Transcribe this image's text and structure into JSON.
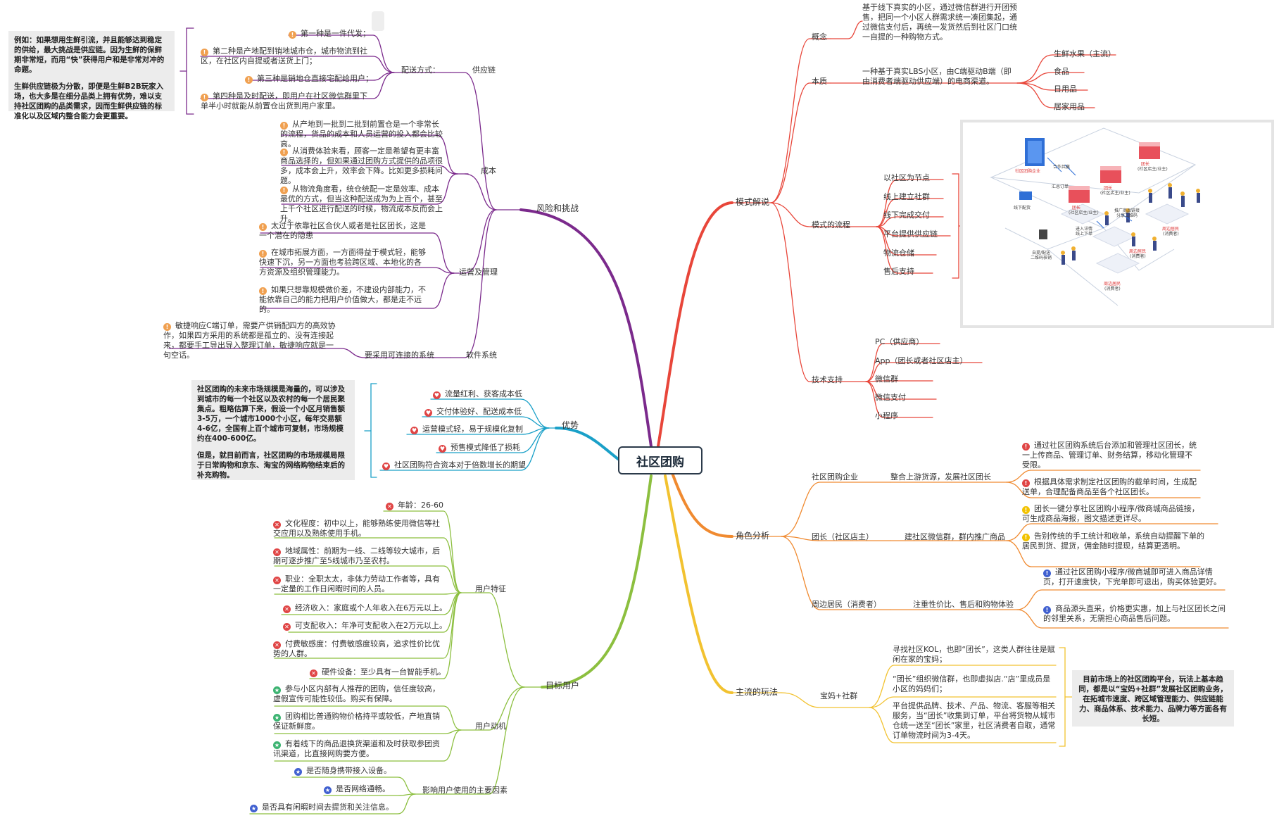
{
  "root": "社区团购",
  "colors": {
    "模式解说": "#e8463a",
    "角色分析": "#f08a30",
    "主流的玩法": "#f2c230",
    "目标用户": "#8cbf3f",
    "优势": "#1aa0c8",
    "风险和挑战": "#7b2a8c"
  },
  "mode": {
    "label": "模式解说",
    "concept_label": "概念",
    "concept_text": "基于线下真实的小区，通过微信群进行开团预售，把同一个小区人群需求统一凑团集起，通过微信支付后，再统一发货然后到社区门口统一自提的一种购物方式。",
    "essence_label": "本质",
    "essence_text": "一种基于真实LBS小区，由C端驱动B端（即由消费者端驱动供应端）的电商渠道。",
    "essence_items": [
      "生鲜水果（主流）",
      "食品",
      "日用品",
      "居家用品"
    ],
    "flow_label": "模式的流程",
    "flow_items": [
      "以社区为节点",
      "线上建立社群",
      "线下完成交付",
      "平台提供供应链",
      "物流仓储",
      "售后支持"
    ],
    "tech_label": "技术支持",
    "tech_items": [
      "PC（供应商）",
      "App（团长或者社区店主）",
      "微信群",
      "微信支付",
      "小程序"
    ],
    "illus_labels": [
      "社区团购企业",
      "合作共赢",
      "汇总订单",
      "团长",
      "(社区店主/业主)",
      "推广商品链接",
      "分享二维码",
      "进入详情",
      "线上下单",
      "自提/配送",
      "二维码核销",
      "周边居民",
      "(消费者)",
      "线下配货"
    ]
  },
  "roles": {
    "label": "角色分析",
    "r1_label": "社区团购企业",
    "r1_sub": "整合上游货源，发展社区团长",
    "r1_items": [
      "通过社区团购系统后台添加和管理社区团长，统一上传商品、管理订单、财务结算，移动化管理不受限。",
      "根据具体需求制定社区团购的截单时间，生成配送单，合理配备商品至各个社区团长。"
    ],
    "r2_label": "团长（社区店主）",
    "r2_sub": "建社区微信群，群内推广商品",
    "r2_items": [
      "团长一键分享社区团购小程序/微商城商品链接，可生成商品海报，图文描述更详尽。",
      "告别传统的手工统计和收单，系统自动提醒下单的居民到货、提货，佣金随时提现，结算更透明。"
    ],
    "r3_label": "周边居民（消费者）",
    "r3_sub": "注重性价比、售后和购物体验",
    "r3_items": [
      "通过社区团购小程序/微商城即可进入商品详情页，打开速度快，下完单即可退出，购买体验更好。",
      "商品源头直采，价格更实惠，加上与社区团长之间的邻里关系，无需担心商品售后问题。"
    ]
  },
  "play": {
    "label": "主流的玩法",
    "sub": "宝妈+社群",
    "items": [
      "寻找社区KOL，也即“团长”，这类人群往往是赋闲在家的宝妈；",
      "“团长”组织微信群，也即虚拟店.“店”里成员是小区的妈妈们；",
      "平台提供品牌、技术、产品、物流、客服等相关服务，当“团长”收集到订单，平台将货物从城市仓统一送至“团长”家里，社区消费者自取，通常订单物流时间为3-4天。"
    ],
    "note": "目前市场上的社区团购平台，玩法上基本趋同，都是以“宝妈+社群”发展社区团购业务，在拓城市速度、跨区域管理能力、供应链能力、商品体系、技术能力、品牌力等方面各有长短。"
  },
  "target": {
    "label": "目标用户",
    "feat_label": "用户特征",
    "feat_items": [
      "年龄：26-60",
      "文化程度：初中以上，能够熟练使用微信等社交应用以及熟练使用手机。",
      "地域属性：前期为一线、二线等较大城市，后期可逐步推广至5线城市乃至农村。",
      "职业：全职太太，非体力劳动工作者等，具有一定量的工作日闲暇时间的人员。",
      "经济收入：家庭或个人年收入在6万元以上。",
      "可支配收入：年净可支配收入在2万元以上。",
      "付费敏感度：付费敏感度较高，追求性价比优势的人群。",
      "硬件设备：至少具有一台智能手机。"
    ],
    "motive_label": "用户动机",
    "motive_items": [
      "参与小区内部有人推荐的团购，信任度较高，虚假宣传可能性较低。购买有保障。",
      "团购相比普通购物价格持平或较低，产地直销保证新鲜度。",
      "有着线下的商品退换货渠道和及时获取参团资讯渠道，比直接网购要方便。"
    ],
    "factor_label": "影响用户使用的主要因素",
    "factor_items": [
      "是否随身携带接入设备。",
      "是否网络通畅。",
      "是否具有闲暇时间去提货和关注信息。"
    ]
  },
  "adv": {
    "label": "优势",
    "items": [
      "流量红利、获客成本低",
      "交付体验好、配送成本低",
      "运营模式轻，易于规模化复制",
      "预售模式降低了损耗",
      "社区团购符合资本对于倍数增长的期望"
    ],
    "note1": "社区团购的未来市场规模是海量的，可以涉及到城市的每一个社区以及农村的每一个居民聚集点。粗略估算下来，假设一个小区月销售额3-5万，一个城市1000个小区，每年交易额4-6亿，全国有上百个城市可复制，市场规模约在400-600亿。",
    "note2": "但是，就目前而言，社区团购的市场规模局限于日常购物和京东、淘宝的网络购物结束后的补充购物。"
  },
  "risk": {
    "label": "风险和挑战",
    "supply_label": "供应链",
    "delivery_label": "配送方式：",
    "delivery_items": [
      "第一种是一件代发；",
      "第二种是产地配到销地城市仓，城市物流到社区，在社区内自提或者送货上门；",
      "第三种是销地仓直接宅配给用户；",
      "第四种是及时配送，即用户在社区微信群里下单半小时就能从前置仓出货到用户家里。"
    ],
    "supply_note1": "例如：如果想用生鲜引流，并且能够达到稳定的供给，最大挑战是供应链。因为生鲜的保鲜期非常短，而用“快”获得用户和是非常对冲的命题。",
    "supply_note2": "生鲜供应链极为分散，即便是生鲜B2B玩家入场，也大多是在细分品类上拥有优势，难以支持社区团购的品类需求，因而生鲜供应链的标准化以及区域内整合能力会更重要。",
    "cost_label": "成本",
    "cost_items": [
      "从产地到一批到二批到前置仓是一个非常长的流程，货品的成本和人员运营的投入都会比较高。",
      "从消费体验来看，顾客一定是希望有更丰富商品选择的，但如果通过团购方式提供的品项很多，成本会上升，效率会下降。比如更多损耗问题。",
      "从物流角度看，统仓统配一定是效率、成本最优的方式，但当这种配送成为为上百个，甚至上千个社区进行配送的时候，物流成本反而会上升。"
    ],
    "ops_label": "运营及管理",
    "ops_items": [
      "太过于依靠社区合伙人或者是社区团长，这是一个潜在的隐患",
      "在城市拓展方面，一方面得益于模式轻，能够快速下沉，另一方面也考验跨区域、本地化的各方资源及组织管理能力。",
      "如果只想靠规模做价差，不建设内部能力，不能依靠自己的能力把用户价值做大，都是走不远的。"
    ],
    "soft_label": "软件系统",
    "soft_sub": "要采用可连接的系统",
    "soft_item": "敏捷响应C端订单，需要产供销配四方的高效协作，如果四方采用的系统都是孤立的、没有连接起来，都要手工导出导入整理订单，敏捷响应就是一句空话。"
  }
}
